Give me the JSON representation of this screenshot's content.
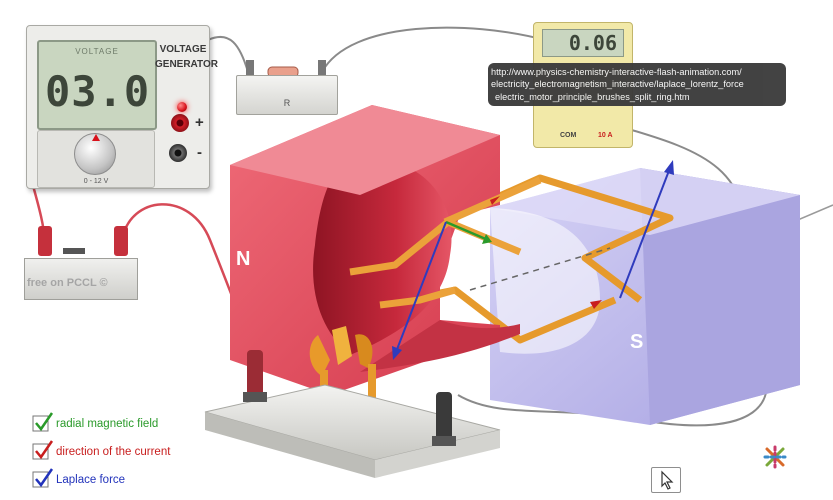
{
  "generator": {
    "screen_label": "VOLTAGE",
    "reading": "03.0",
    "title_line1": "VOLTAGE",
    "title_line2": "GENERATOR",
    "range_label": "0 - 12 V",
    "plus_label": "+",
    "minus_label": "-"
  },
  "resistor": {
    "label": "R"
  },
  "switch": {
    "watermark": "free on PCCL ©"
  },
  "ammeter": {
    "reading": "0.06",
    "com_label": "COM",
    "range_label": "10 A"
  },
  "tooltip": {
    "line1": "http://www.physics-chemistry-interactive-flash-animation.com/",
    "line2": "electricity_electromagnetism_interactive/laplace_lorentz_force",
    "line3": "electric_motor_principle_brushes_split_ring.htm"
  },
  "magnet": {
    "north_label": "N",
    "south_label": "S"
  },
  "legend": [
    {
      "label": "radial magnetic field",
      "color": "#2a9a2a",
      "checked": true
    },
    {
      "label": "direction of the current",
      "color": "#c81e1e",
      "checked": true
    },
    {
      "label": "Laplace force",
      "color": "#2233bb",
      "checked": true
    }
  ],
  "colors": {
    "north_pole": "#e04a5c",
    "south_pole": "#b6b2e8",
    "coil": "#e69a2c",
    "field_arrow": "#2a9a2a",
    "current_arrow": "#c81e1e",
    "force_arrow": "#2f3bbd"
  },
  "icons": {
    "cursor": "pointer-cursor-icon",
    "logo": "pccl-logo-icon"
  }
}
